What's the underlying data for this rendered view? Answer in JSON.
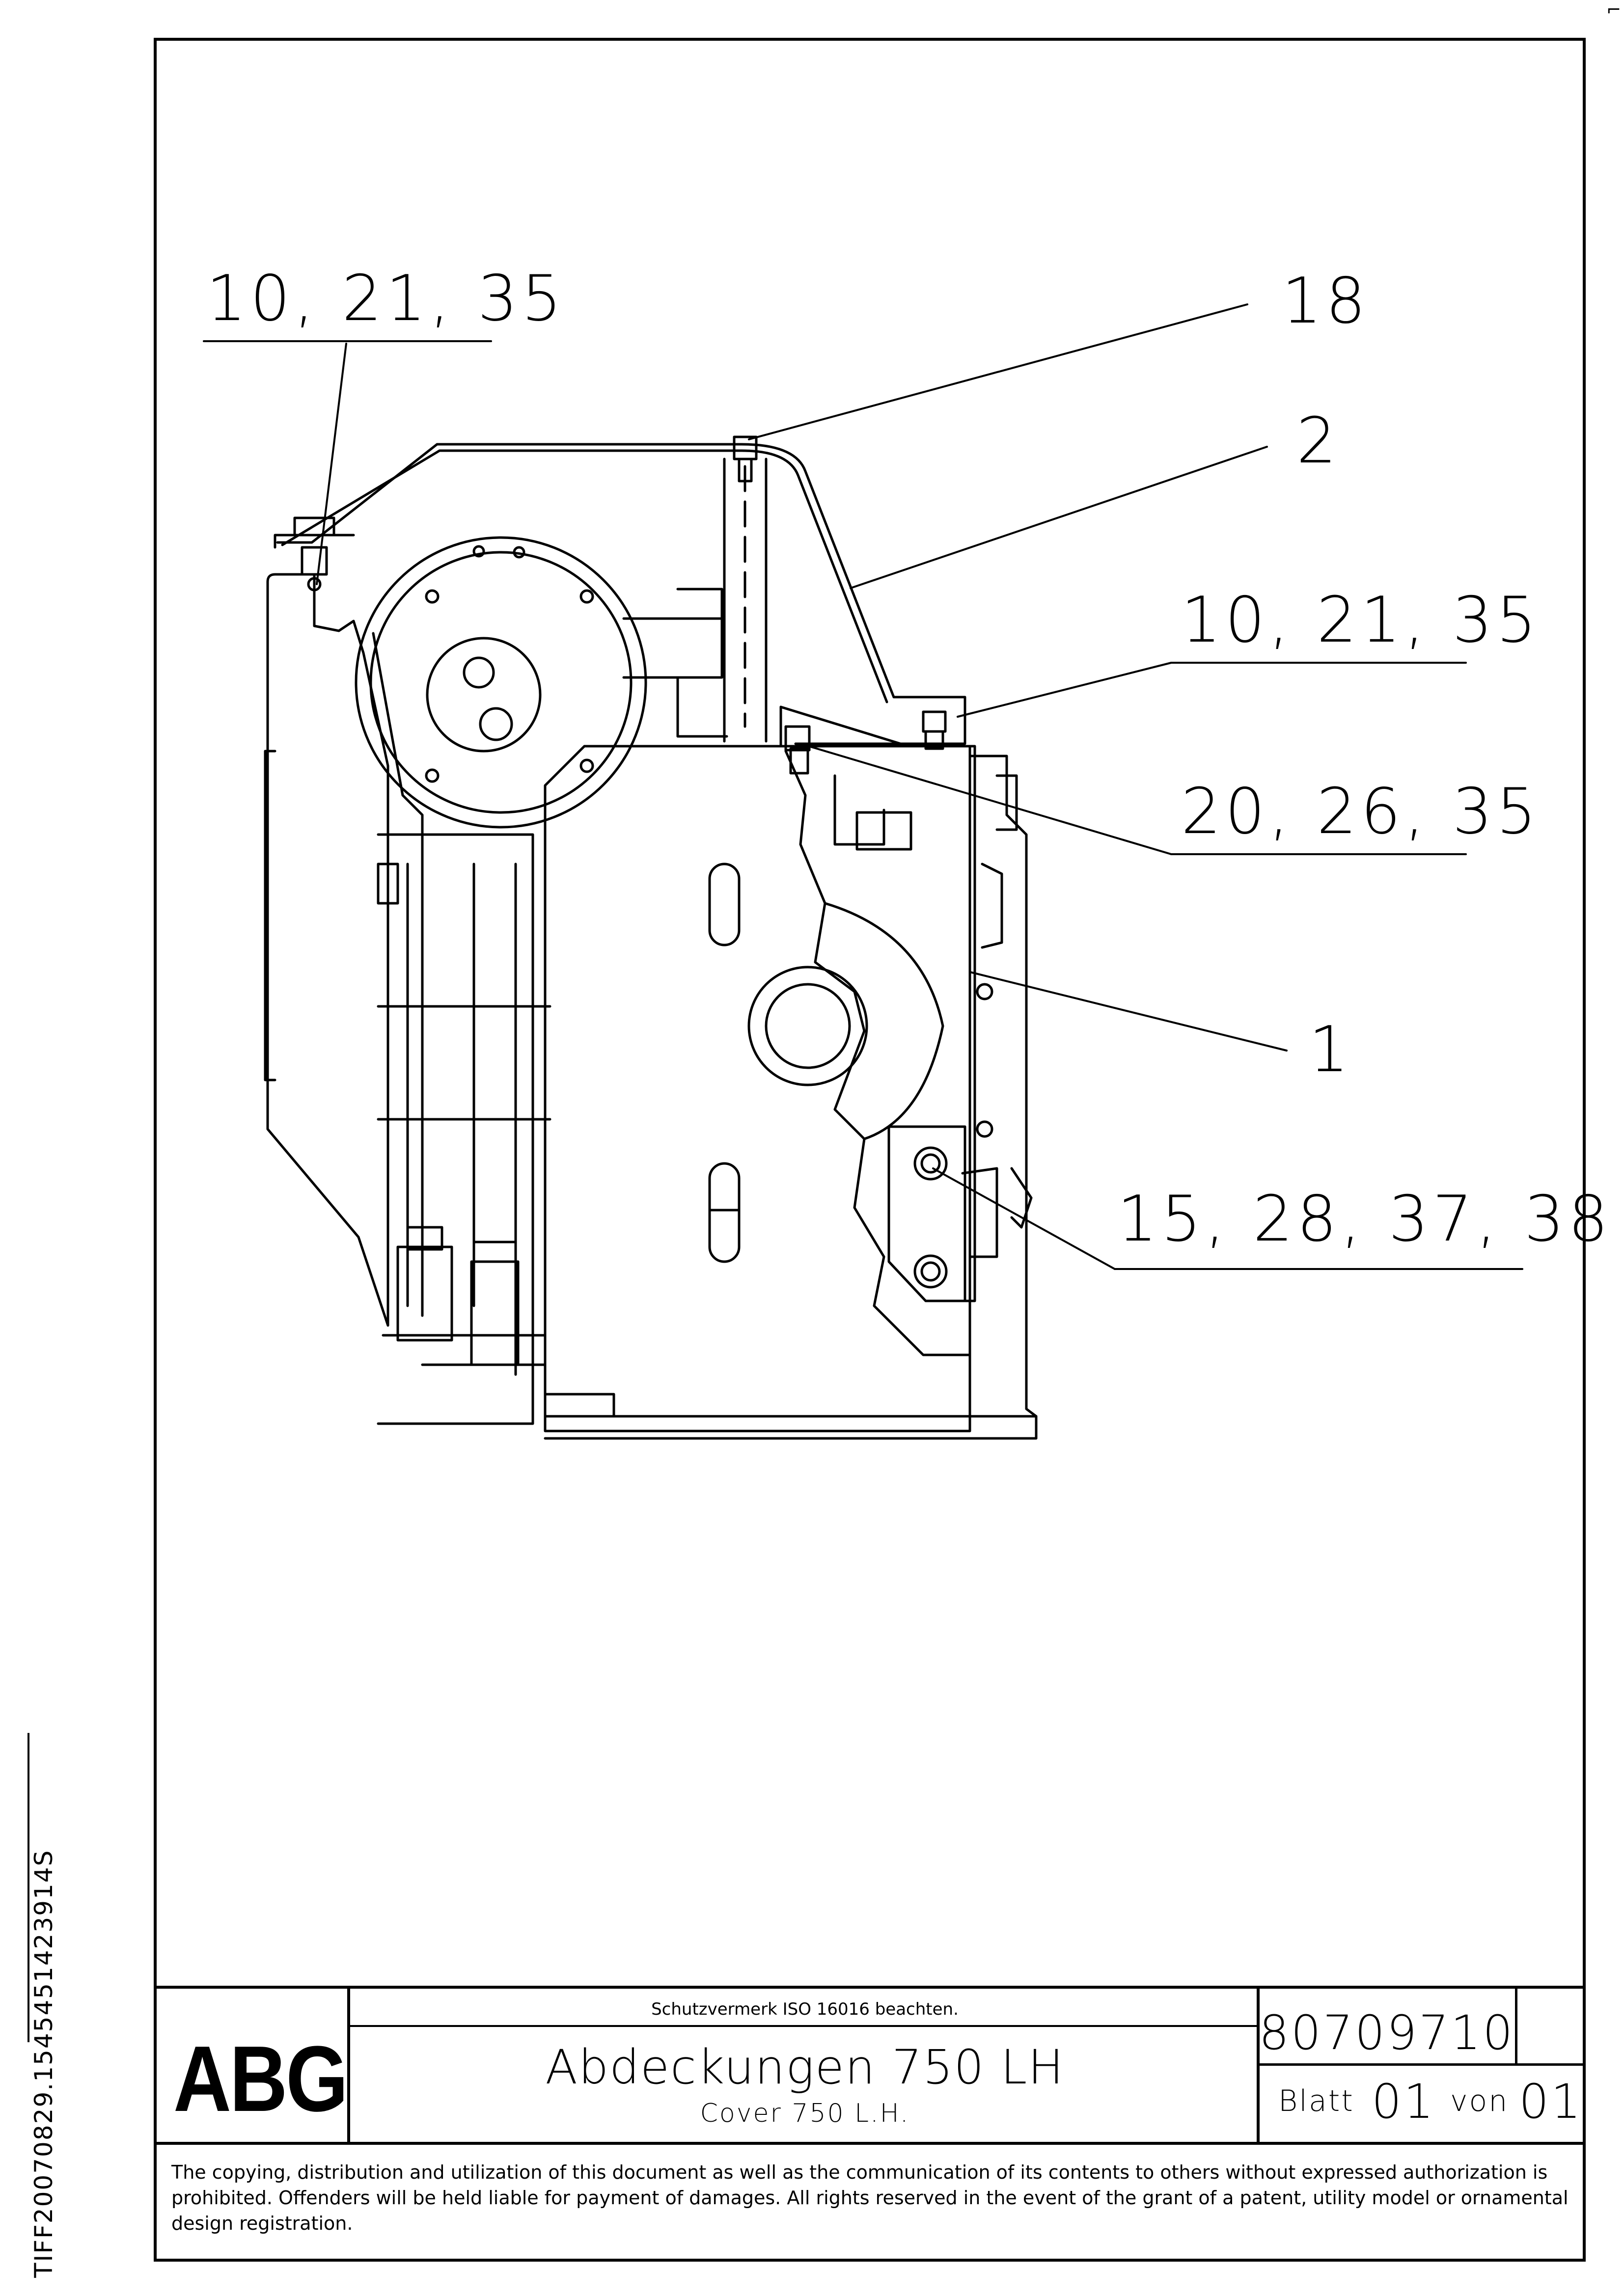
{
  "callouts": [
    {
      "id": "c1",
      "text": "10, 21, 35"
    },
    {
      "id": "c2",
      "text": "18"
    },
    {
      "id": "c3",
      "text": "2"
    },
    {
      "id": "c4",
      "text": "10, 21, 35"
    },
    {
      "id": "c5",
      "text": "20, 26, 35"
    },
    {
      "id": "c6",
      "text": "1"
    },
    {
      "id": "c7",
      "text": "15, 28, 37, 38"
    }
  ],
  "side_code": "TIFF20070829.154545142391​4S",
  "title_block": {
    "logo": "ABG",
    "notice": "Schutzvermerk ISO 16016 beachten.",
    "title_de": "Abdeckungen 750 LH",
    "title_en": "Cover 750 L.H.",
    "doc_number": "80709710",
    "sheet_label": "Blatt",
    "sheet_number": "01",
    "of_label": "von",
    "of_number": "01",
    "copyright": "The copying, distribution and utilization of this document as well as the communication of its contents to others without expressed authorization is prohibited. Offenders will be held liable for payment of damages. All rights reserved in the event of the grant of a patent, utility model or ornamental design registration."
  }
}
